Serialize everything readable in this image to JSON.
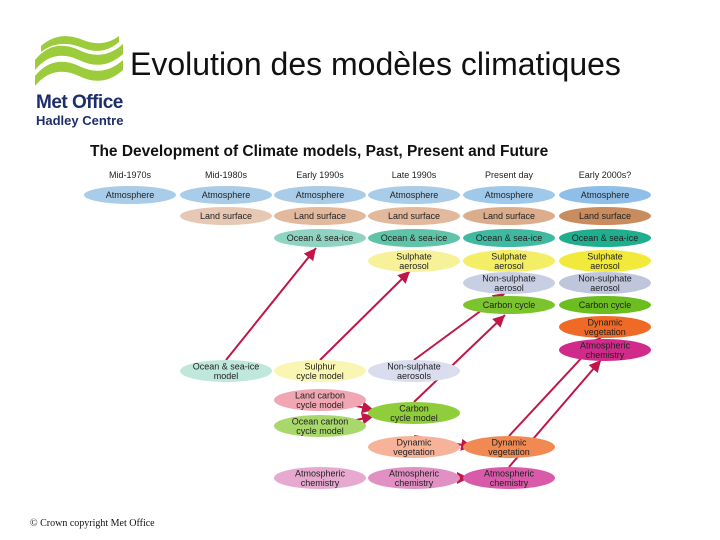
{
  "slide": {
    "title": "Evolution des modèles climatiques",
    "copyright": "© Crown copyright Met Office"
  },
  "logo": {
    "main": "Met Office",
    "sub": "Hadley Centre",
    "colors": {
      "waves": "#9ccb3b",
      "text": "#1e2d6b"
    }
  },
  "diagram": {
    "title": "The Development of Climate models, Past, Present and Future",
    "columns": [
      "Mid-1970s",
      "Mid-1980s",
      "Early 1990s",
      "Late 1990s",
      "Present day",
      "Early 2000s?"
    ],
    "colors": {
      "atmosphere": "#a9cde9",
      "land": "#e2b99c",
      "ocean": "#3fb9a0",
      "sulphate": "#f4ee66",
      "nonsulphate": "#c8cfe2",
      "carbon": "#7cc42e",
      "dynveg": "#f07f3c",
      "chem": "#d4378f",
      "arrow": "#c01648"
    },
    "components": {
      "c1": [
        {
          "lines": [
            "Atmosphere"
          ],
          "color": "#a9cde9"
        }
      ],
      "c2": [
        {
          "lines": [
            "Atmosphere"
          ],
          "color": "#a9cde9"
        },
        {
          "lines": [
            "Land surface"
          ],
          "color": "#e7c8b4"
        }
      ],
      "c3": [
        {
          "lines": [
            "Atmosphere"
          ],
          "color": "#a9cde9"
        },
        {
          "lines": [
            "Land surface"
          ],
          "color": "#e2b99c"
        },
        {
          "lines": [
            "Ocean & sea-ice"
          ],
          "color": "#8fd3c1"
        }
      ],
      "c4": [
        {
          "lines": [
            "Atmosphere"
          ],
          "color": "#a9cde9"
        },
        {
          "lines": [
            "Land surface"
          ],
          "color": "#e2b99c"
        },
        {
          "lines": [
            "Ocean & sea-ice"
          ],
          "color": "#5fc3a8"
        },
        {
          "lines": [
            "Sulphate",
            "aerosol"
          ],
          "color": "#f7f29a"
        }
      ],
      "c5": [
        {
          "lines": [
            "Atmosphere"
          ],
          "color": "#9fc9ea"
        },
        {
          "lines": [
            "Land surface"
          ],
          "color": "#dcad8c"
        },
        {
          "lines": [
            "Ocean & sea-ice"
          ],
          "color": "#3fb9a0"
        },
        {
          "lines": [
            "Sulphate",
            "aerosol"
          ],
          "color": "#f4ee66"
        },
        {
          "lines": [
            "Non-sulphate",
            "aerosol"
          ],
          "color": "#c8cfe2"
        },
        {
          "lines": [
            "Carbon cycle"
          ],
          "color": "#7cc42e"
        }
      ],
      "c6": [
        {
          "lines": [
            "Atmosphere"
          ],
          "color": "#8fbfe8"
        },
        {
          "lines": [
            "Land surface"
          ],
          "color": "#c98c5e"
        },
        {
          "lines": [
            "Ocean & sea-ice"
          ],
          "color": "#1fae8e"
        },
        {
          "lines": [
            "Sulphate",
            "aerosol"
          ],
          "color": "#f2ea3a"
        },
        {
          "lines": [
            "Non-sulphate",
            "aerosol"
          ],
          "color": "#bfc6dc"
        },
        {
          "lines": [
            "Carbon cycle"
          ],
          "color": "#6cbd20"
        },
        {
          "lines": [
            "Dynamic",
            "vegetation"
          ],
          "color": "#ee6a26"
        },
        {
          "lines": [
            "Atmospheric",
            "chemistry"
          ],
          "color": "#d02a8a"
        }
      ]
    },
    "development": {
      "c2": [
        {
          "lines": [
            "Ocean & sea-ice",
            "model"
          ],
          "color": "#bfe7db"
        }
      ],
      "c3": [
        {
          "lines": [
            "Sulphur",
            "cycle model"
          ],
          "color": "#f9f6b3"
        },
        {
          "lines": [
            "Land carbon",
            "cycle model"
          ],
          "color": "#f1a7b3"
        },
        {
          "lines": [
            "Ocean carbon",
            "cycle model"
          ],
          "color": "#a8d86b"
        },
        {
          "lines": [
            "Atmospheric",
            "chemistry"
          ],
          "color": "#e7a9cf"
        }
      ],
      "c4": [
        {
          "lines": [
            "Non-sulphate",
            "aerosols"
          ],
          "color": "#d9dded"
        },
        {
          "lines": [
            "Carbon",
            "cycle model"
          ],
          "color": "#8fcd3a"
        },
        {
          "lines": [
            "Dynamic",
            "vegetation"
          ],
          "color": "#f6b39a"
        },
        {
          "lines": [
            "Atmospheric",
            "chemistry"
          ],
          "color": "#e090c2"
        }
      ],
      "c5": [
        {
          "lines": [
            "Dynamic",
            "vegetation"
          ],
          "color": "#f08a52"
        },
        {
          "lines": [
            "Atmospheric",
            "chemistry"
          ],
          "color": "#d95aa8"
        }
      ]
    }
  }
}
